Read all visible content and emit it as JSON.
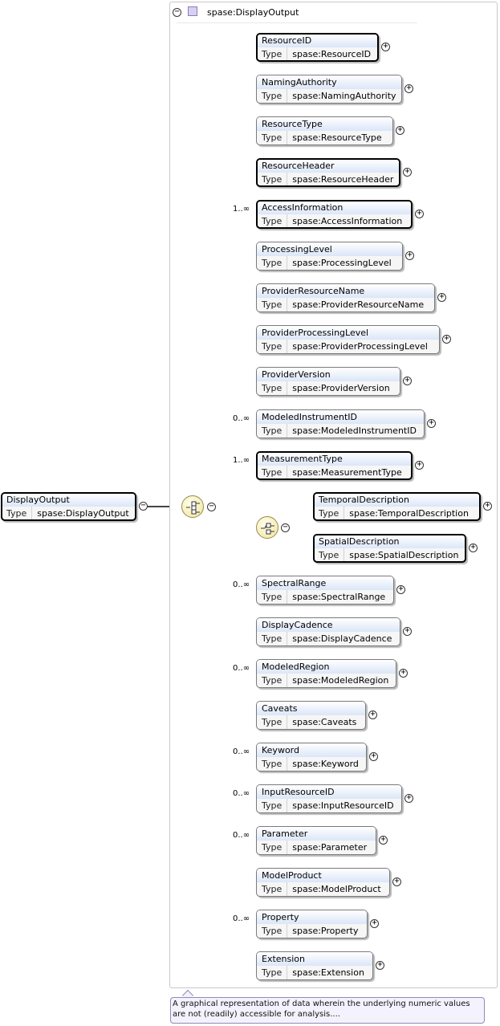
{
  "root": {
    "name": "DisplayOutput",
    "type_key": "Type",
    "type_value": "spase:DisplayOutput"
  },
  "panel": {
    "title": "spase:DisplayOutput"
  },
  "children": [
    {
      "name": "ResourceID",
      "type_key": "Type",
      "type_value": "spase:ResourceID",
      "cardinality": "",
      "required": true
    },
    {
      "name": "NamingAuthority",
      "type_key": "Type",
      "type_value": "spase:NamingAuthority",
      "cardinality": "",
      "required": false
    },
    {
      "name": "ResourceType",
      "type_key": "Type",
      "type_value": "spase:ResourceType",
      "cardinality": "",
      "required": false
    },
    {
      "name": "ResourceHeader",
      "type_key": "Type",
      "type_value": "spase:ResourceHeader",
      "cardinality": "",
      "required": true
    },
    {
      "name": "AccessInformation",
      "type_key": "Type",
      "type_value": "spase:AccessInformation",
      "cardinality": "1..∞",
      "required": true
    },
    {
      "name": "ProcessingLevel",
      "type_key": "Type",
      "type_value": "spase:ProcessingLevel",
      "cardinality": "",
      "required": false
    },
    {
      "name": "ProviderResourceName",
      "type_key": "Type",
      "type_value": "spase:ProviderResourceName",
      "cardinality": "",
      "required": false
    },
    {
      "name": "ProviderProcessingLevel",
      "type_key": "Type",
      "type_value": "spase:ProviderProcessingLevel",
      "cardinality": "",
      "required": false
    },
    {
      "name": "ProviderVersion",
      "type_key": "Type",
      "type_value": "spase:ProviderVersion",
      "cardinality": "",
      "required": false
    },
    {
      "name": "ModeledInstrumentID",
      "type_key": "Type",
      "type_value": "spase:ModeledInstrumentID",
      "cardinality": "0..∞",
      "required": false
    },
    {
      "name": "MeasurementType",
      "type_key": "Type",
      "type_value": "spase:MeasurementType",
      "cardinality": "1..∞",
      "required": true
    },
    {
      "name": "SpectralRange",
      "type_key": "Type",
      "type_value": "spase:SpectralRange",
      "cardinality": "0..∞",
      "required": false
    },
    {
      "name": "DisplayCadence",
      "type_key": "Type",
      "type_value": "spase:DisplayCadence",
      "cardinality": "",
      "required": false
    },
    {
      "name": "ModeledRegion",
      "type_key": "Type",
      "type_value": "spase:ModeledRegion",
      "cardinality": "0..∞",
      "required": false
    },
    {
      "name": "Caveats",
      "type_key": "Type",
      "type_value": "spase:Caveats",
      "cardinality": "",
      "required": false
    },
    {
      "name": "Keyword",
      "type_key": "Type",
      "type_value": "spase:Keyword",
      "cardinality": "0..∞",
      "required": false
    },
    {
      "name": "InputResourceID",
      "type_key": "Type",
      "type_value": "spase:InputResourceID",
      "cardinality": "0..∞",
      "required": false
    },
    {
      "name": "Parameter",
      "type_key": "Type",
      "type_value": "spase:Parameter",
      "cardinality": "0..∞",
      "required": false
    },
    {
      "name": "ModelProduct",
      "type_key": "Type",
      "type_value": "spase:ModelProduct",
      "cardinality": "",
      "required": false
    },
    {
      "name": "Property",
      "type_key": "Type",
      "type_value": "spase:Property",
      "cardinality": "0..∞",
      "required": false
    },
    {
      "name": "Extension",
      "type_key": "Type",
      "type_value": "spase:Extension",
      "cardinality": "",
      "required": false
    }
  ],
  "choice": [
    {
      "name": "TemporalDescription",
      "type_key": "Type",
      "type_value": "spase:TemporalDescription",
      "required": true
    },
    {
      "name": "SpatialDescription",
      "type_key": "Type",
      "type_value": "spase:SpatialDescription",
      "required": true
    }
  ],
  "annotation": "A graphical representation of data wherein the underlying numeric values are not (readily) accessible for analysis....",
  "icons": {
    "sequence": "sequence-icon",
    "choice": "choice-icon",
    "expand": "expand-icon",
    "collapse": "collapse-icon"
  }
}
